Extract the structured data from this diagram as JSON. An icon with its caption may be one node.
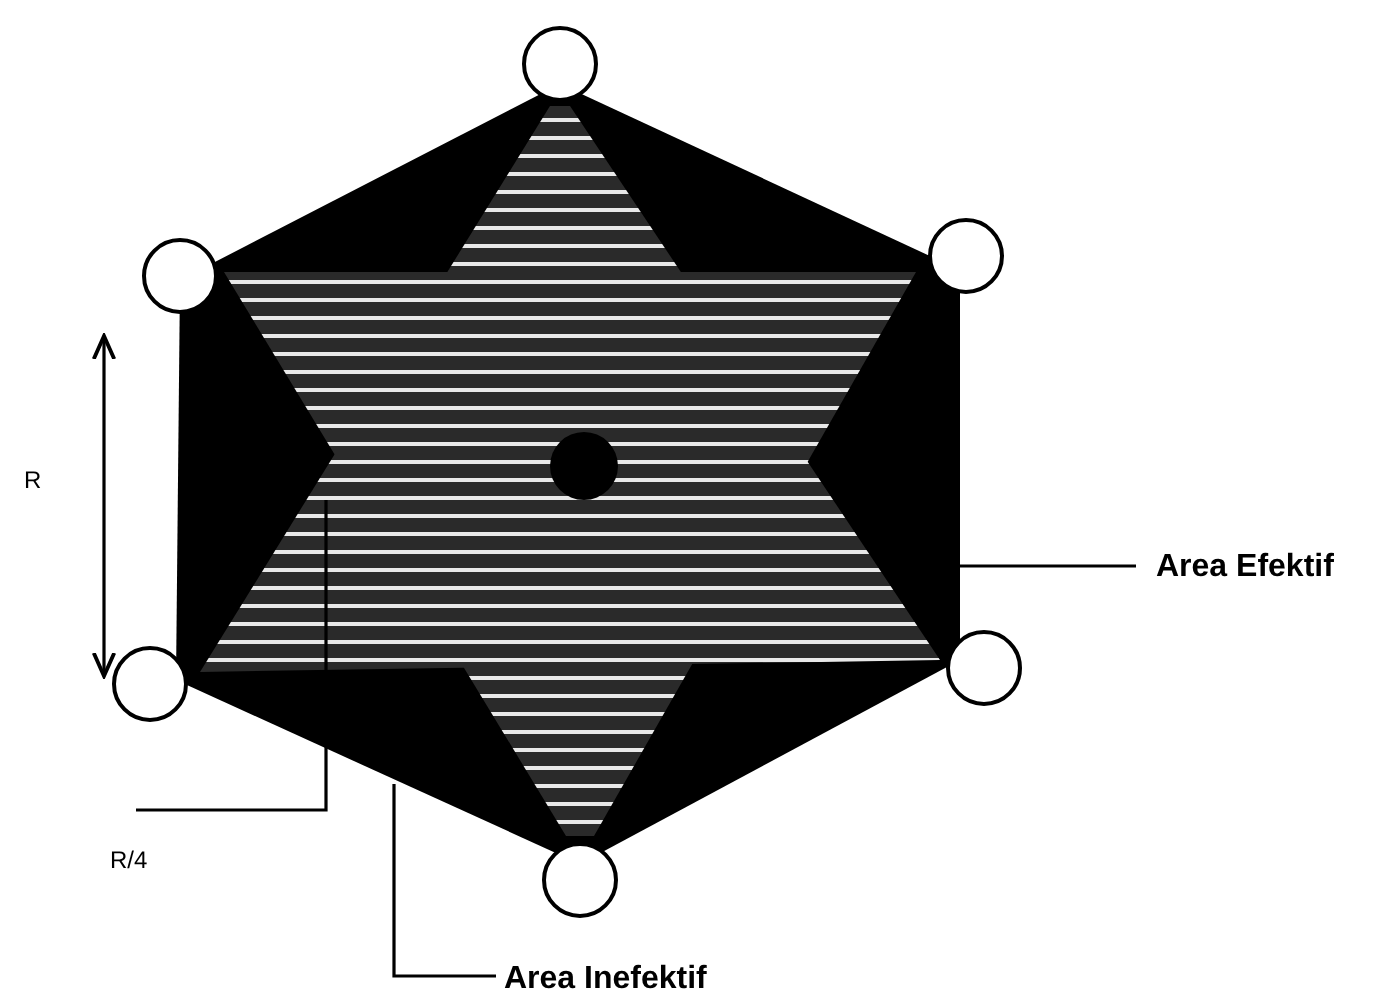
{
  "diagram": {
    "nodes": [
      {
        "text": [],
        "shape": "hexagon"
      },
      {
        "text": [],
        "shape": "star",
        "in": 0
      },
      {
        "text": [
          "Area Efektif"
        ]
      },
      {
        "text": [
          "R/4"
        ]
      },
      {
        "text": [
          "Area Inefektif"
        ]
      }
    ],
    "edges": [
      {
        "from": 2,
        "to": 0,
        "arrow": "none"
      },
      {
        "from": 3,
        "to": 1,
        "arrow": "none"
      },
      {
        "from": 4,
        "to": 0,
        "arrow": "none"
      }
    ],
    "labels": [
      "R"
    ]
  }
}
